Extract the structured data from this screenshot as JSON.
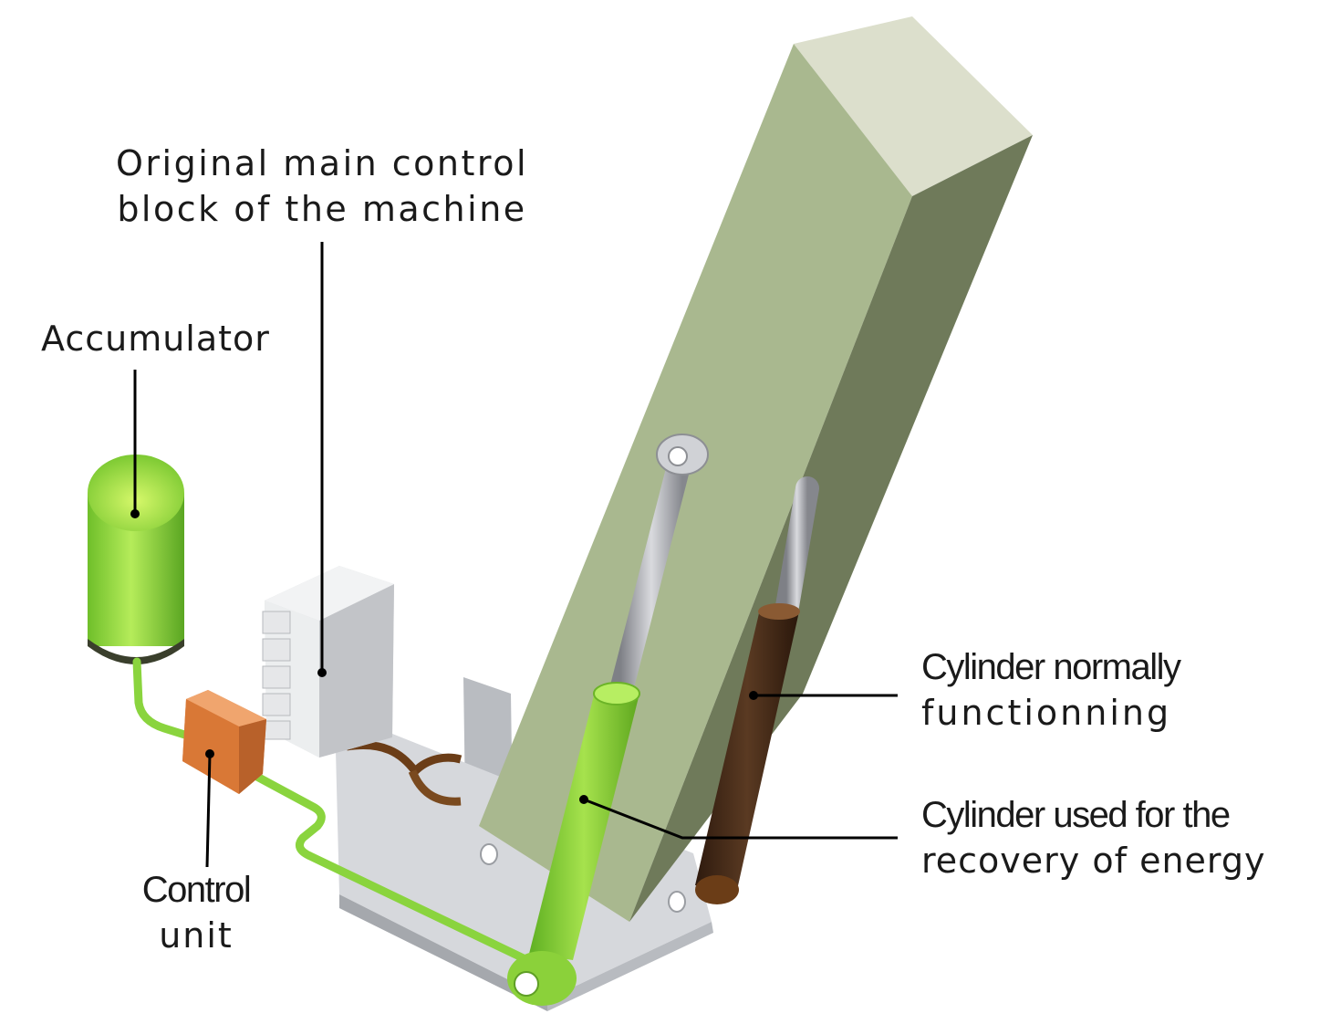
{
  "labels": {
    "main_control_block": {
      "line1": "Original main control",
      "line2": "block of the machine"
    },
    "accumulator": "Accumulator",
    "control_unit": {
      "line1": "Control",
      "line2": "unit"
    },
    "cylinder_normal": {
      "line1": "Cylinder normally",
      "line2": "functionning"
    },
    "cylinder_recovery": {
      "line1": "Cylinder used for the",
      "line2": "recovery of energy"
    }
  },
  "colors": {
    "boom_top": "#dcdfcc",
    "boom_left": "#a9b88f",
    "boom_right": "#6f7a5a",
    "accumulator": "#8ccf3a",
    "pipe_green": "#9be04a",
    "recovery_cylinder": "#7ccf2e",
    "normal_cylinder": "#4a2e1a",
    "control_unit": "#e0874a",
    "metal_plate": "#cfd1d6",
    "rod": "#a8aab0",
    "leader_line": "#000000"
  }
}
